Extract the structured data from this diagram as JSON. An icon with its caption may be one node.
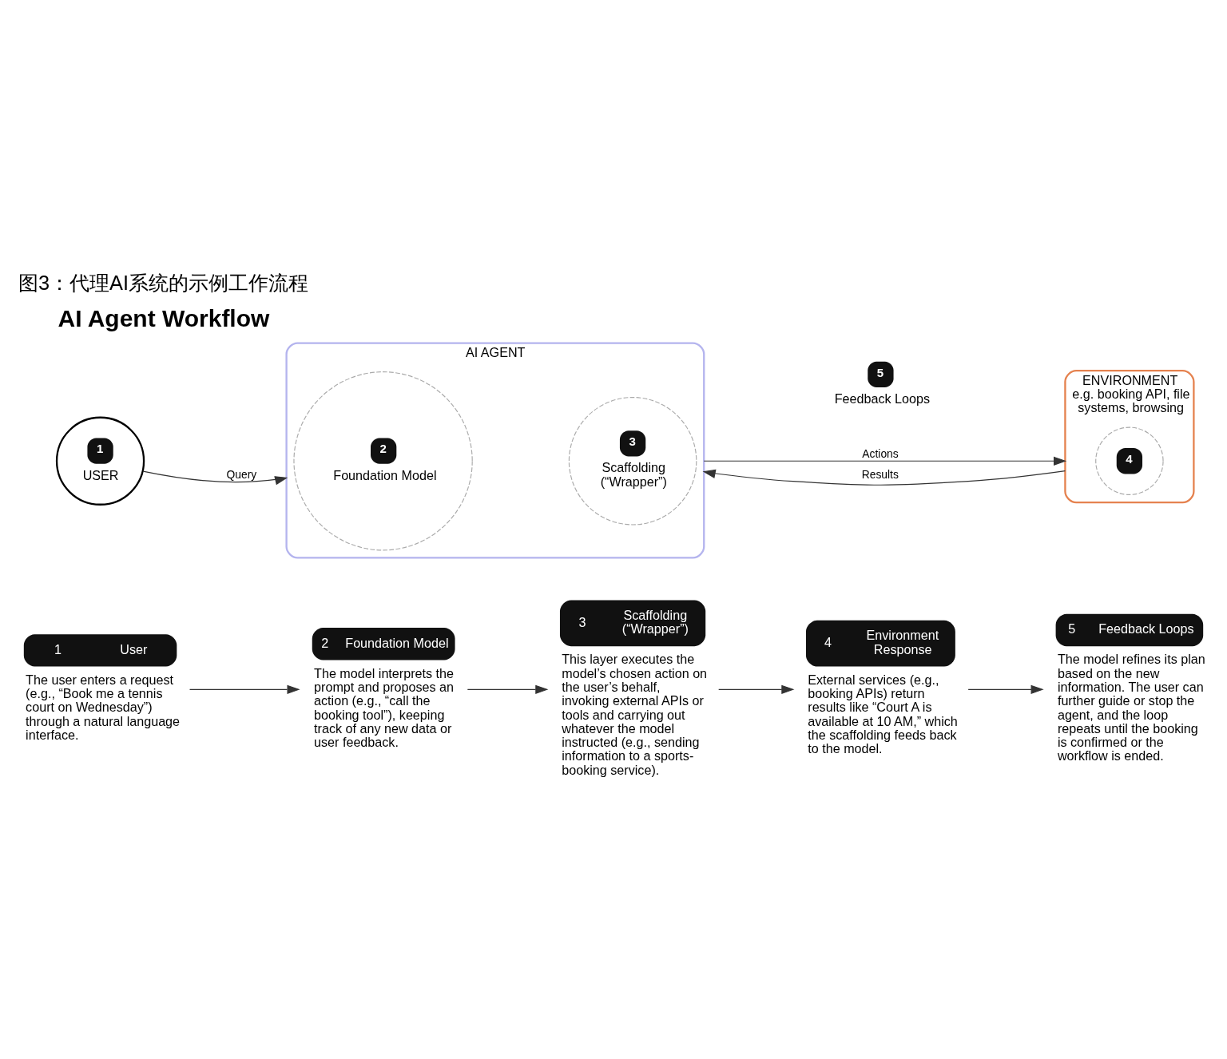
{
  "diagram": {
    "title": "AI Agent Workflow",
    "caption": "图3：代理AI系统的示例工作流程",
    "nodes": [
      {
        "text": [
          "1",
          "USER"
        ]
      },
      {
        "text": [
          "AI AGENT"
        ]
      },
      {
        "text": [
          "2",
          "Foundation Model"
        ],
        "in": 1
      },
      {
        "text": [
          "3",
          "Scaffolding (“Wrapper”)"
        ],
        "in": 1
      },
      {
        "text": [
          "5",
          "Feedback Loops"
        ]
      },
      {
        "text": [
          "ENVIRONMENT",
          "e.g. booking API, file systems, browsing"
        ]
      },
      {
        "text": [
          "4"
        ],
        "in": 5
      },
      {
        "text": [
          "1",
          "User"
        ],
        "beside": [
          "The user enters a request (e.g., “Book me a tennis court on Wednesday”) through a natural language interface."
        ]
      },
      {
        "text": [
          "2",
          "Foundation Model"
        ],
        "beside": [
          "The model interprets the prompt and proposes an action (e.g., “call the booking tool”), keeping track of any new data or user feedback."
        ]
      },
      {
        "text": [
          "3",
          "Scaffolding (“Wrapper”)"
        ],
        "beside": [
          "This layer executes the model’s chosen action on the user’s behalf, invoking external APIs or tools and carrying out whatever the model instructed (e.g., sending information to a sports-booking service)."
        ]
      },
      {
        "text": [
          "4",
          "Environment Response"
        ],
        "beside": [
          "External services (e.g., booking APIs) return results like “Court A is available at 10 AM,” which the scaffolding feeds back to the model."
        ]
      },
      {
        "text": [
          "5",
          "Feedback Loops"
        ],
        "beside": [
          "The model refines its plan based on the new information. The user can further guide or stop the agent, and the loop repeats until the booking is confirmed or the workflow is ended."
        ]
      }
    ],
    "edges": [
      {
        "from": 0,
        "to": 1,
        "arrow": "to",
        "label": "Query"
      },
      {
        "from": 1,
        "to": 5,
        "arrow": "to",
        "label": "Actions"
      },
      {
        "from": 5,
        "to": 1,
        "arrow": "to",
        "label": "Results"
      },
      {
        "from": 7,
        "to": 8,
        "arrow": "to"
      },
      {
        "from": 8,
        "to": 9,
        "arrow": "to"
      },
      {
        "from": 9,
        "to": 10,
        "arrow": "to"
      },
      {
        "from": 10,
        "to": 11,
        "arrow": "to"
      }
    ]
  }
}
